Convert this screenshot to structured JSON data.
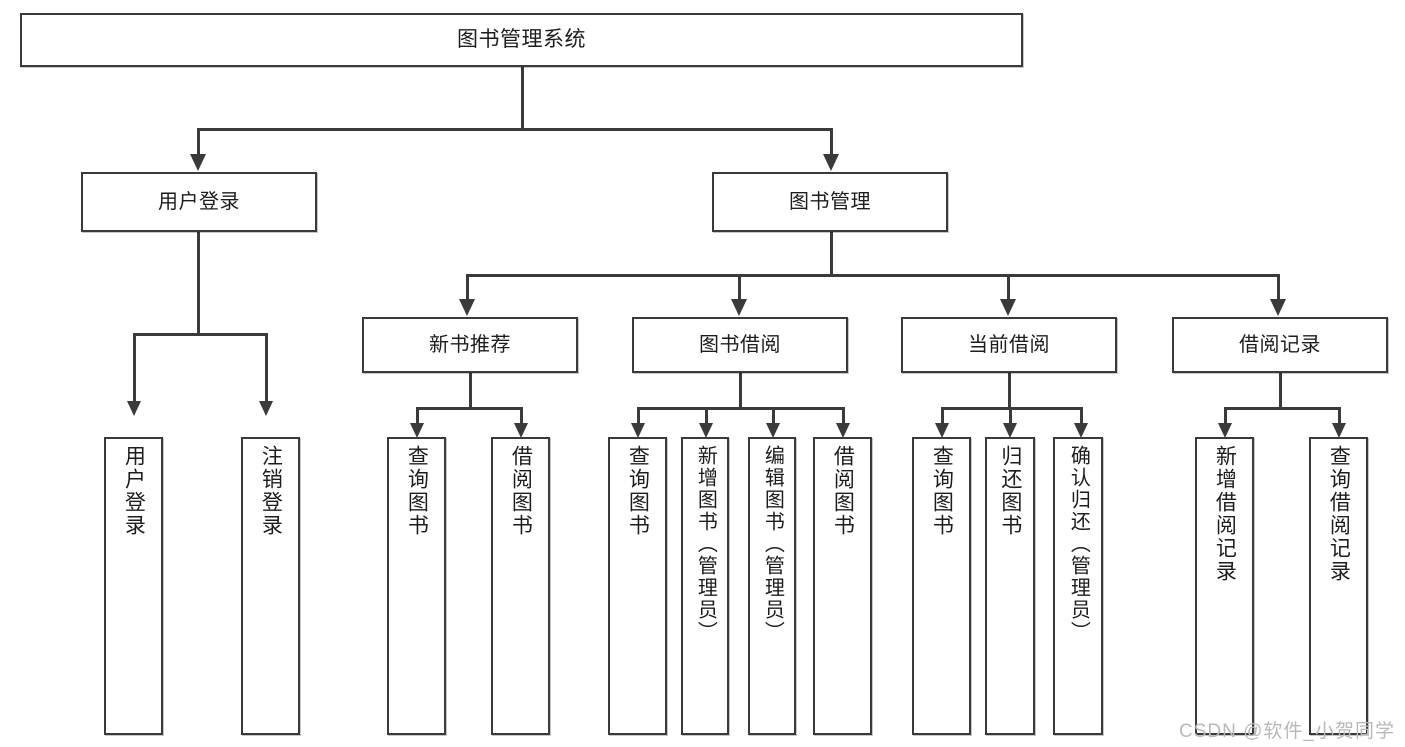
{
  "diagram": {
    "title": "图书管理系统",
    "watermark": "CSDN @软件_小贺同学",
    "root": {
      "label": "图书管理系统"
    },
    "level2": [
      {
        "label": "用户登录"
      },
      {
        "label": "图书管理"
      }
    ],
    "level3": [
      {
        "label": "新书推荐"
      },
      {
        "label": "图书借阅"
      },
      {
        "label": "当前借阅"
      },
      {
        "label": "借阅记录"
      }
    ],
    "leaves": [
      {
        "label": "用户登录"
      },
      {
        "label": "注销登录"
      },
      {
        "label": "查询图书"
      },
      {
        "label": "借阅图书"
      },
      {
        "label": "查询图书"
      },
      {
        "label": "新增图书（管理员）"
      },
      {
        "label": "编辑图书（管理员）"
      },
      {
        "label": "借阅图书"
      },
      {
        "label": "查询图书"
      },
      {
        "label": "归还图书"
      },
      {
        "label": "确认归还（管理员）"
      },
      {
        "label": "新增借阅记录"
      },
      {
        "label": "查询借阅记录"
      }
    ],
    "colors": {
      "stroke": "#3a3a3a",
      "fill": "#ffffff",
      "text": "#1d1d1d",
      "watermark": "#b9b9b9"
    }
  }
}
